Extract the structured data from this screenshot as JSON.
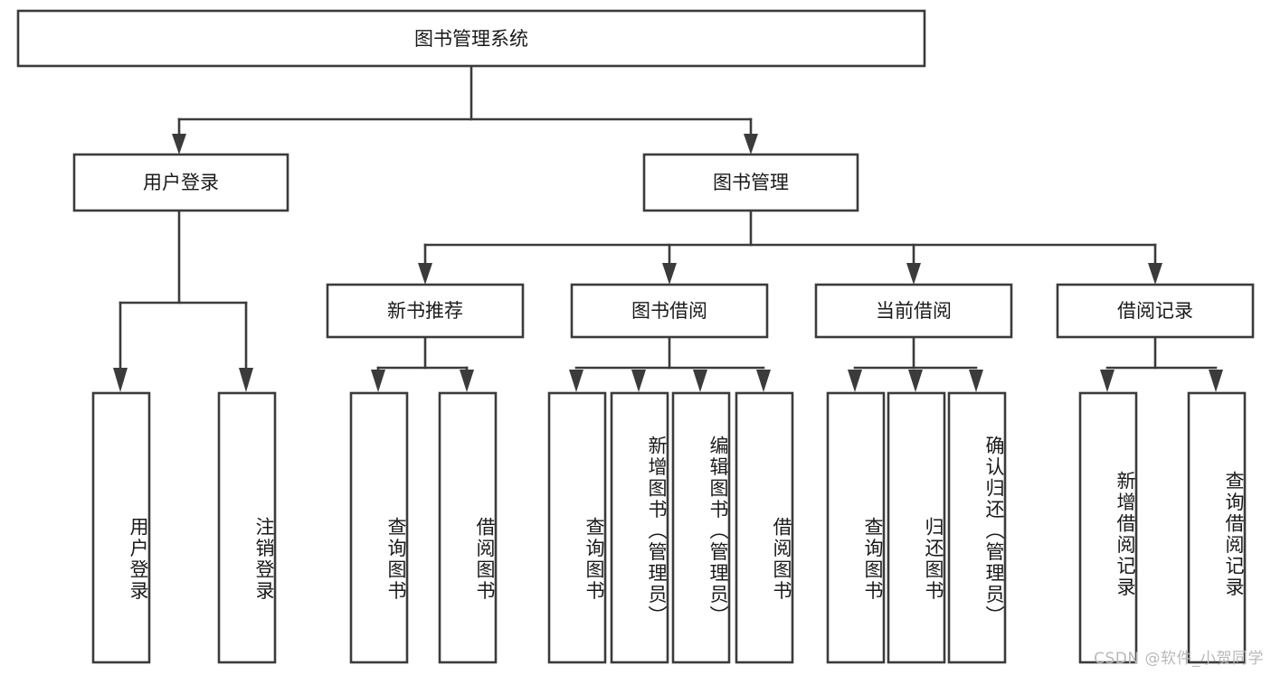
{
  "diagram": {
    "type": "tree-hierarchy",
    "title": "图书管理系统",
    "watermark": "CSDN @软件_小贺同学",
    "colors": {
      "stroke": "#3b3b3b",
      "fill": "#ffffff",
      "text": "#1a1a1a",
      "watermark": "#b9b9b9",
      "background": "#ffffff"
    },
    "root": {
      "label": "图书管理系统"
    },
    "level2": [
      {
        "label": "用户登录"
      },
      {
        "label": "图书管理"
      }
    ],
    "level3": [
      {
        "label": "新书推荐"
      },
      {
        "label": "图书借阅"
      },
      {
        "label": "当前借阅"
      },
      {
        "label": "借阅记录"
      }
    ],
    "leaves": {
      "user_login": [
        {
          "label": "用户登录"
        },
        {
          "label": "注销登录"
        }
      ],
      "new_book_recommend": [
        {
          "label": "查询图书"
        },
        {
          "label": "借阅图书"
        }
      ],
      "book_borrow": [
        {
          "label": "查询图书"
        },
        {
          "label": "新增图书（管理员）"
        },
        {
          "label": "编辑图书（管理员）"
        },
        {
          "label": "借阅图书"
        }
      ],
      "current_borrow": [
        {
          "label": "查询图书"
        },
        {
          "label": "归还图书"
        },
        {
          "label": "确认归还（管理员）"
        }
      ],
      "borrow_record": [
        {
          "label": "新增借阅记录"
        },
        {
          "label": "查询借阅记录"
        }
      ]
    }
  }
}
